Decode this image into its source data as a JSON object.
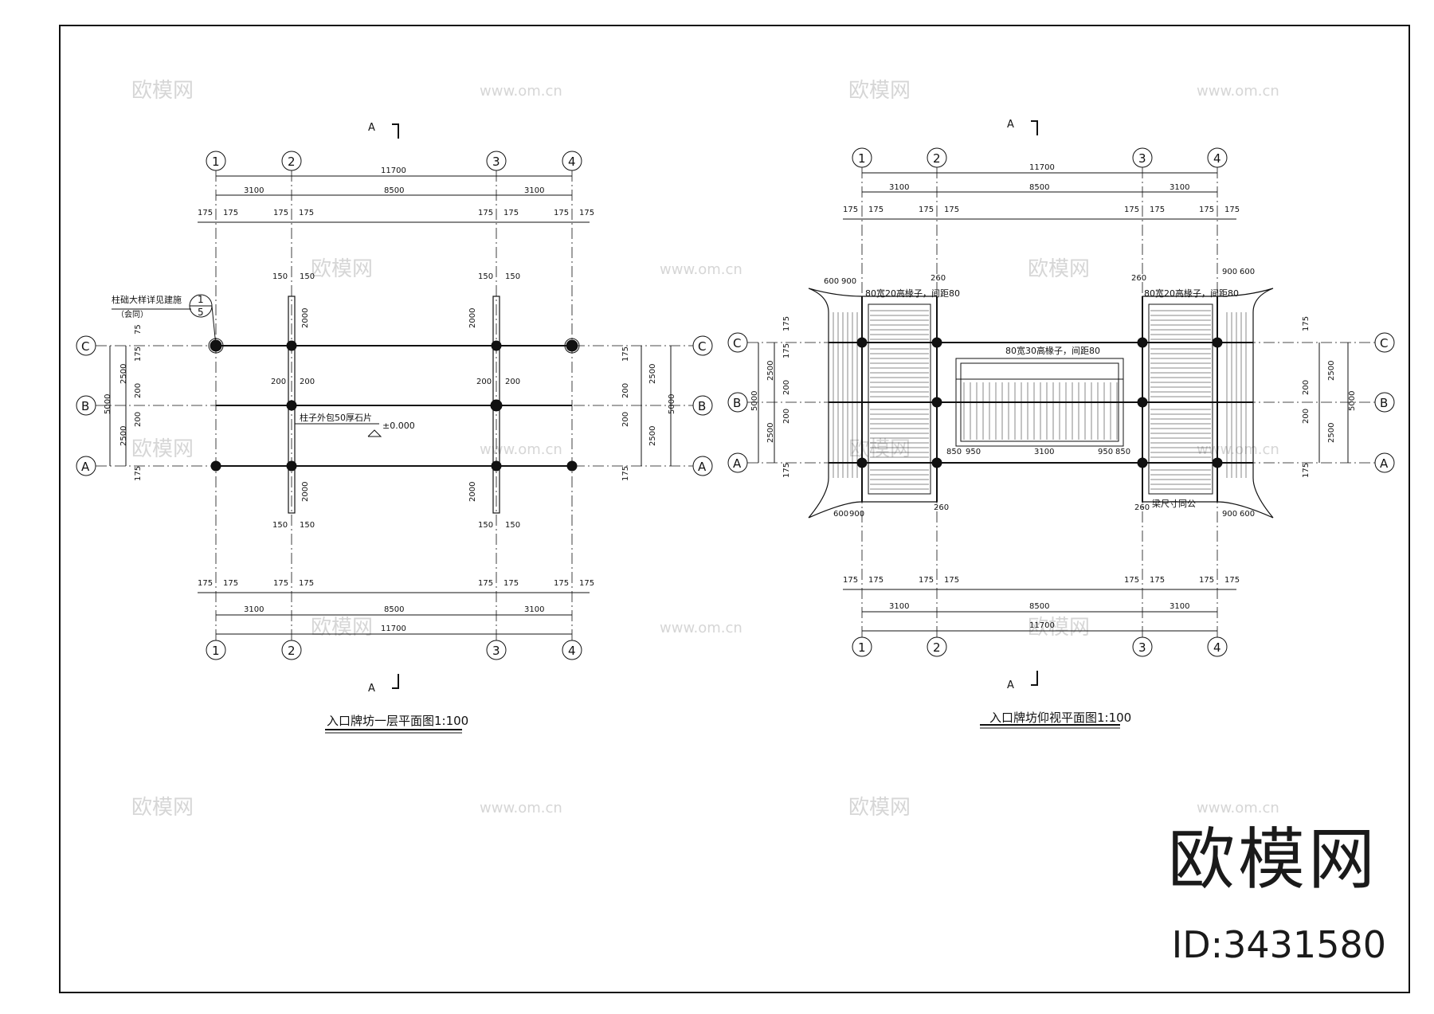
{
  "watermark": {
    "site_name": "欧模网",
    "site_url": "www.om.cn",
    "id_text": "ID:3431580"
  },
  "left_plan": {
    "title": "入口牌坊一层平面图1:100",
    "section_mark": "A",
    "axes_top": [
      "1",
      "2",
      "3",
      "4"
    ],
    "axes_side": [
      "C",
      "B",
      "A"
    ],
    "overall_dim": "11700",
    "bay_dims": [
      "3100",
      "8500",
      "3100"
    ],
    "col_dims": [
      "175",
      "175"
    ],
    "row_dims": [
      "2500",
      "2500"
    ],
    "total_row": "5000",
    "note_detail": "柱础大样详见建施",
    "note_detail_sub": "（会同）",
    "detail_num": "1",
    "detail_sheet": "5",
    "note_column": "柱子外包50厚石片",
    "elevation": "±0.000",
    "small_dims": [
      "150",
      "200",
      "2000",
      "75"
    ]
  },
  "right_plan": {
    "title": "入口牌坊仰视平面图1:100",
    "section_mark": "A",
    "axes_top": [
      "1",
      "2",
      "3",
      "4"
    ],
    "axes_side": [
      "C",
      "B",
      "A"
    ],
    "overall_dim": "11700",
    "bay_dims": [
      "3100",
      "8500",
      "3100"
    ],
    "col_dims": [
      "175",
      "175"
    ],
    "row_dims": [
      "2500",
      "2500"
    ],
    "total_row": "5000",
    "note_rafter_left": "80宽20高椽子，间距80",
    "note_rafter_right": "80宽20高椽子，间距80",
    "note_rafter_mid": "80宽30高椽子，间距80",
    "note_beam": "梁尺寸同公",
    "small_dims": [
      "600",
      "900",
      "260",
      "200",
      "850",
      "950",
      "3100"
    ]
  }
}
